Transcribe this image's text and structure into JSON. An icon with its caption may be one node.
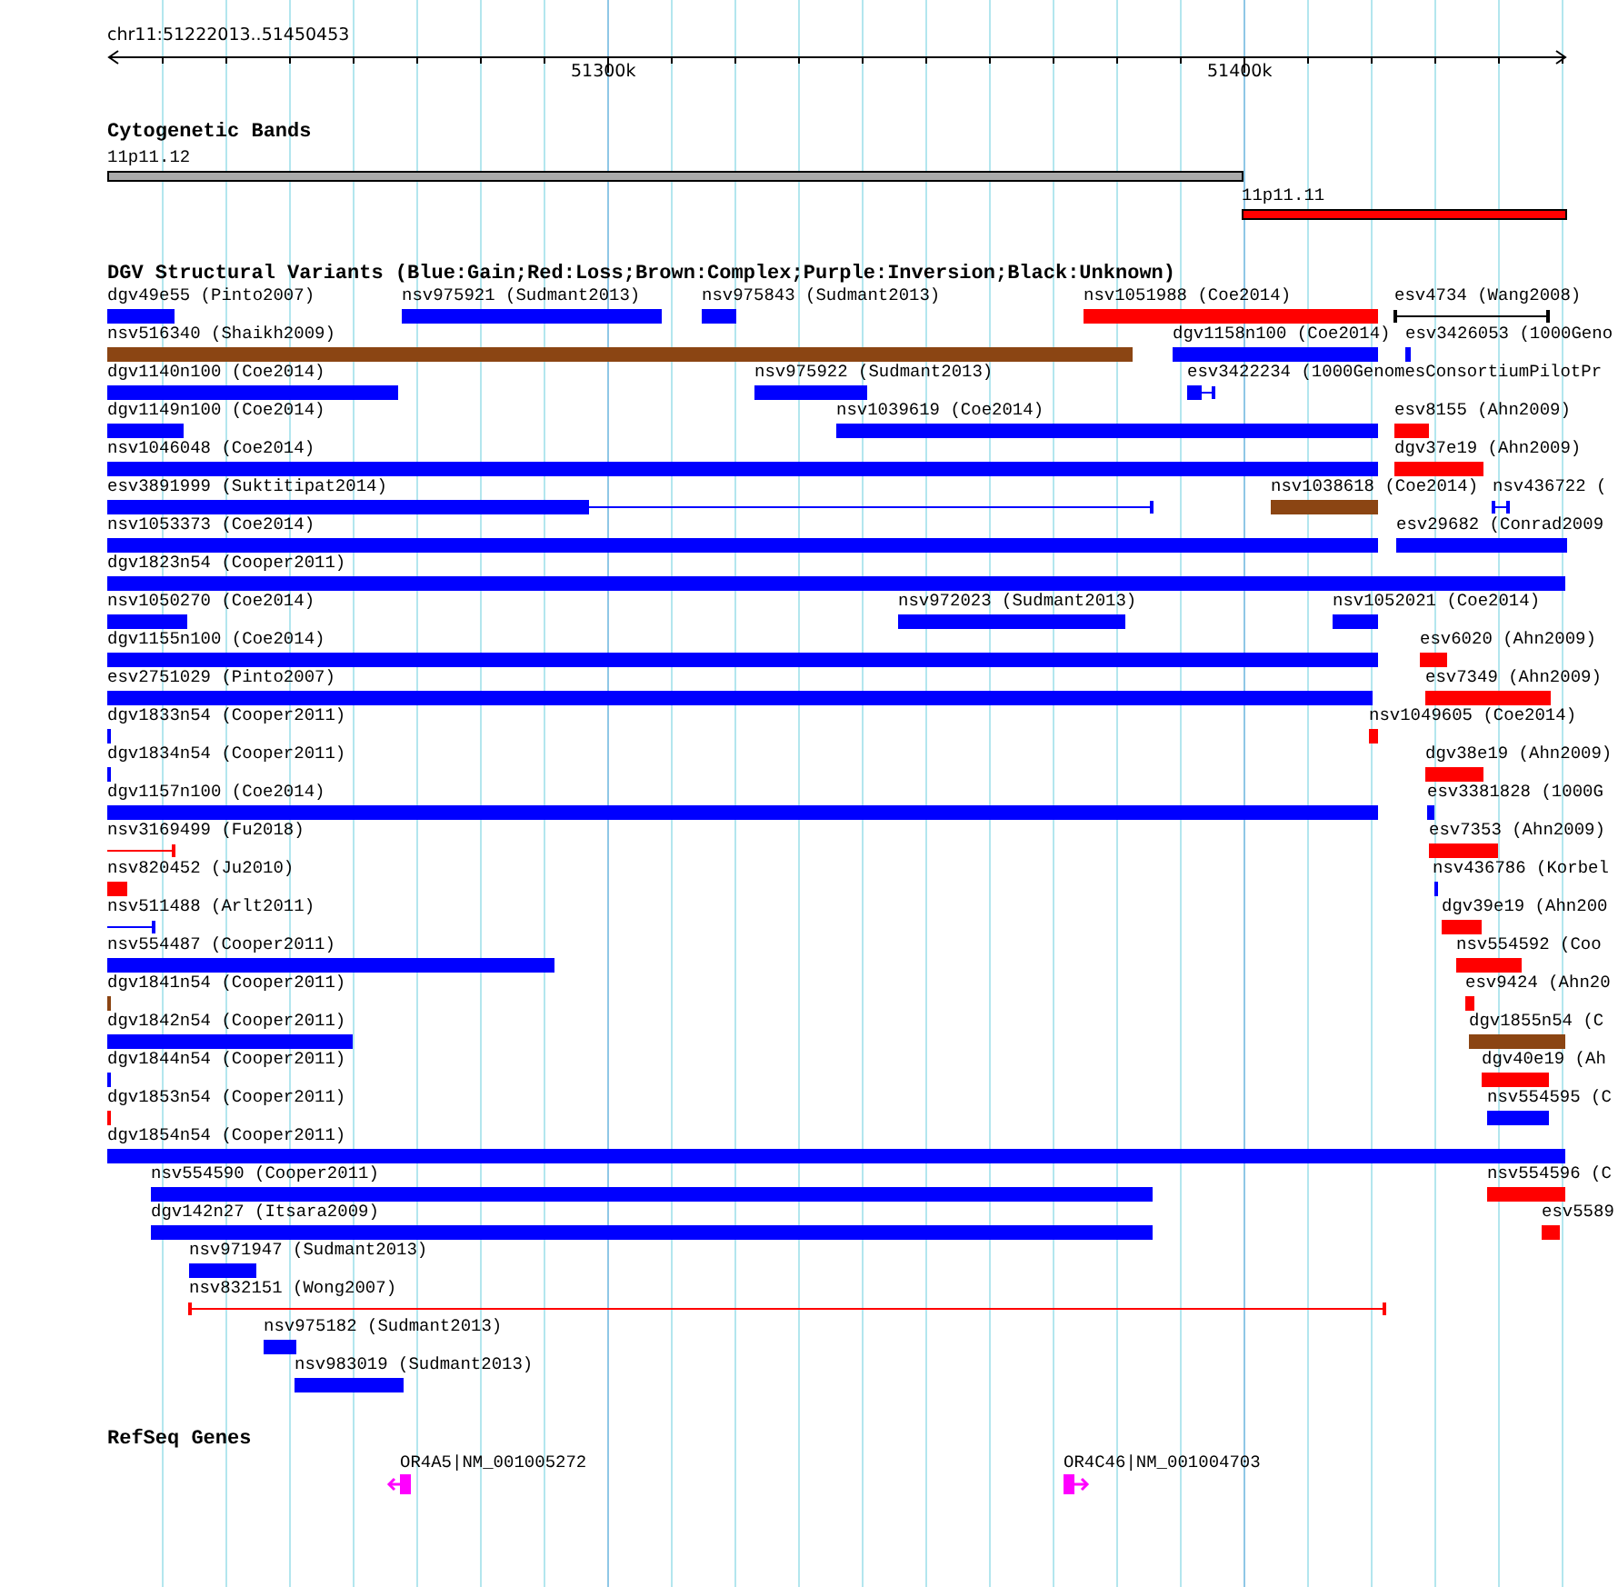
{
  "diagram": {
    "nodes": [
      {
        "text": [
          "11p11.12"
        ]
      },
      {
        "text": [
          "11p11.11"
        ]
      },
      {
        "text": [
          "dgv49e55 (Pinto2007)"
        ]
      },
      {
        "text": [
          "nsv975921 (Sudmant2013)"
        ]
      },
      {
        "text": [
          "nsv975843 (Sudmant2013)"
        ]
      },
      {
        "text": [
          "nsv1051988 (Coe2014)"
        ]
      },
      {
        "text": [
          "esv4734 (Wang2008)"
        ]
      },
      {
        "text": [
          "nsv516340 (Shaikh2009)"
        ]
      },
      {
        "text": [
          "dgv1158n100 (Coe2014)"
        ]
      },
      {
        "text": [
          "esv3426053 (1000Geno"
        ]
      },
      {
        "text": [
          "dgv1140n100 (Coe2014)"
        ]
      },
      {
        "text": [
          "nsv975922 (Sudmant2013)"
        ]
      },
      {
        "text": [
          "esv3422234 (1000GenomesConsortiumPilotPr"
        ]
      },
      {
        "text": [
          "dgv1149n100 (Coe2014)"
        ]
      },
      {
        "text": [
          "nsv1039619 (Coe2014)"
        ]
      },
      {
        "text": [
          "esv8155 (Ahn2009)"
        ]
      },
      {
        "text": [
          "nsv1046048 (Coe2014)"
        ]
      },
      {
        "text": [
          "dgv37e19 (Ahn2009)"
        ]
      },
      {
        "text": [
          "esv3891999 (Suktitipat2014)"
        ]
      },
      {
        "text": [
          "nsv1038618 (Coe2014)"
        ]
      },
      {
        "text": [
          "nsv436722 ("
        ]
      },
      {
        "text": [
          "nsv1053373 (Coe2014)"
        ]
      },
      {
        "text": [
          "esv29682 (Conrad2009"
        ]
      },
      {
        "text": [
          "dgv1823n54 (Cooper2011)"
        ]
      },
      {
        "text": [
          "nsv1050270 (Coe2014)"
        ]
      },
      {
        "text": [
          "nsv972023 (Sudmant2013)"
        ]
      },
      {
        "text": [
          "nsv1052021 (Coe2014)"
        ]
      },
      {
        "text": [
          "dgv1155n100 (Coe2014)"
        ]
      },
      {
        "text": [
          "esv6020 (Ahn2009)"
        ]
      },
      {
        "text": [
          "esv2751029 (Pinto2007)"
        ]
      },
      {
        "text": [
          "esv7349 (Ahn2009)"
        ]
      },
      {
        "text": [
          "dgv1833n54 (Cooper2011)"
        ]
      },
      {
        "text": [
          "nsv1049605 (Coe2014)"
        ]
      },
      {
        "text": [
          "dgv1834n54 (Cooper2011)"
        ]
      },
      {
        "text": [
          "dgv38e19 (Ahn2009)"
        ]
      },
      {
        "text": [
          "dgv1157n100 (Coe2014)"
        ]
      },
      {
        "text": [
          "esv3381828 (1000G"
        ]
      },
      {
        "text": [
          "nsv3169499 (Fu2018)"
        ]
      },
      {
        "text": [
          "esv7353 (Ahn2009)"
        ]
      },
      {
        "text": [
          "nsv820452 (Ju2010)"
        ]
      },
      {
        "text": [
          "nsv436786 (Korbel"
        ]
      },
      {
        "text": [
          "nsv511488 (Arlt2011)"
        ]
      },
      {
        "text": [
          "dgv39e19 (Ahn200"
        ]
      },
      {
        "text": [
          "nsv554487 (Cooper2011)"
        ]
      },
      {
        "text": [
          "nsv554592 (Coo"
        ]
      },
      {
        "text": [
          "dgv1841n54 (Cooper2011)"
        ]
      },
      {
        "text": [
          "esv9424 (Ahn20"
        ]
      },
      {
        "text": [
          "dgv1842n54 (Cooper2011)"
        ]
      },
      {
        "text": [
          "dgv1855n54 (C"
        ]
      },
      {
        "text": [
          "dgv1844n54 (Cooper2011)"
        ]
      },
      {
        "text": [
          "dgv40e19 (Ah"
        ]
      },
      {
        "text": [
          "dgv1853n54 (Cooper2011)"
        ]
      },
      {
        "text": [
          "nsv554595 (C"
        ]
      },
      {
        "text": [
          "dgv1854n54 (Cooper2011)"
        ]
      },
      {
        "text": [
          "nsv554590 (Cooper2011)"
        ]
      },
      {
        "text": [
          "nsv554596 (C"
        ]
      },
      {
        "text": [
          "dgv142n27 (Itsara2009)"
        ]
      },
      {
        "text": [
          "esv5589"
        ]
      },
      {
        "text": [
          "nsv971947 (Sudmant2013)"
        ]
      },
      {
        "text": [
          "nsv832151 (Wong2007)"
        ]
      },
      {
        "text": [
          "nsv975182 (Sudmant2013)"
        ]
      },
      {
        "text": [
          "nsv983019 (Sudmant2013)"
        ]
      },
      {
        "text": [
          "OR4A5|NM_001005272"
        ]
      },
      {
        "text": [
          "OR4C46|NM_001004703"
        ]
      }
    ],
    "labels": [
      "chr11:51222013..51450453",
      "51300k",
      "51400k",
      "Cytogenetic Bands",
      "DGV Structural Variants (Blue:Gain;Red:Loss;Brown:Complex;Purple:Inversion;Black:Unknown)",
      "RefSeq Genes"
    ]
  }
}
